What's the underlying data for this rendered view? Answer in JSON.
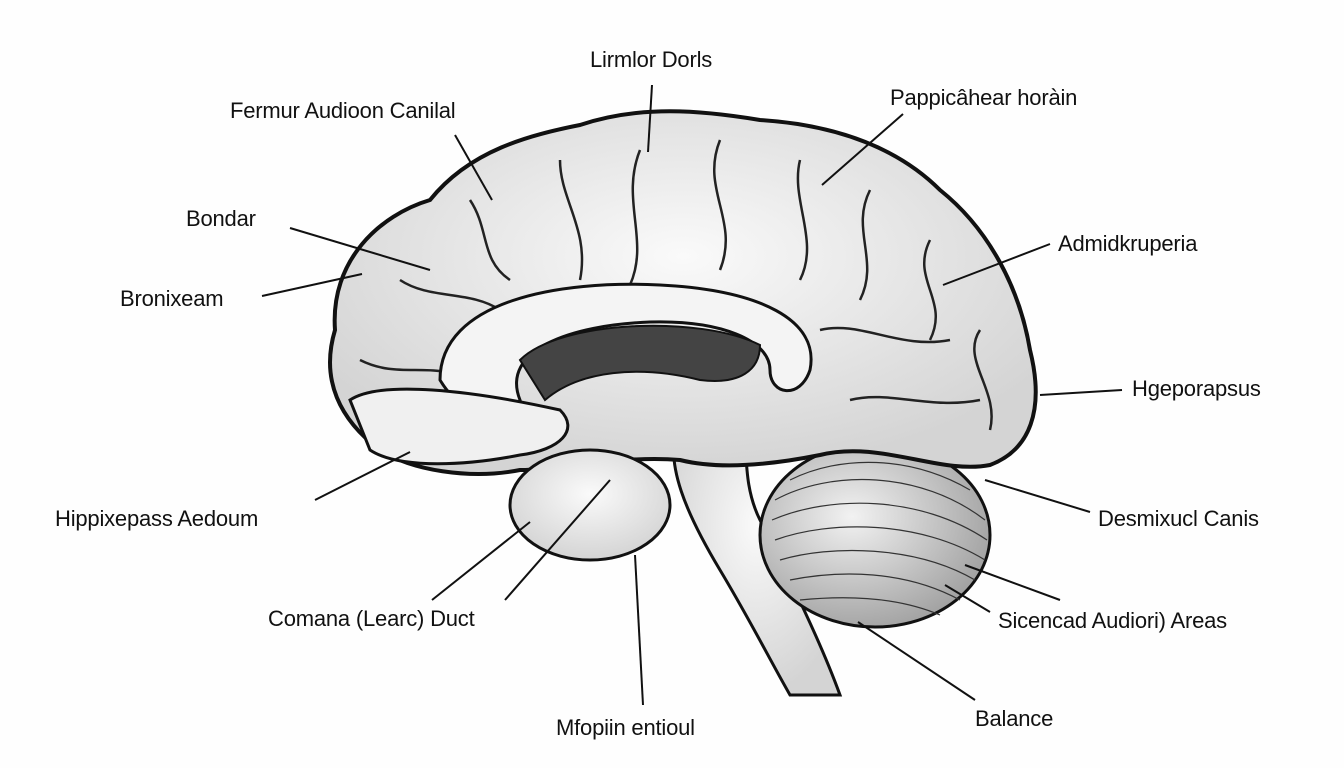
{
  "diagram": {
    "subject": "brain",
    "labels": {
      "top": "Lirmlor Dorls",
      "upper_left": "Fermur Audioon Canilal",
      "left_1": "Bondar",
      "left_2": "Bronixeam",
      "upper_right": "Pappicâhear horàin",
      "right_1": "Admidkruperia",
      "right_2": "Hgeporapsus",
      "lower_left": "Hippixepass Aedoum",
      "right_3": "Desmixucl Canis",
      "bottom_left": "Comana (Learc) Duct",
      "bottom_right": "Sicencad  Audiori) Areas",
      "bottom_center": "Mfopiin entioul",
      "bottom_right_2": "Balance"
    }
  }
}
